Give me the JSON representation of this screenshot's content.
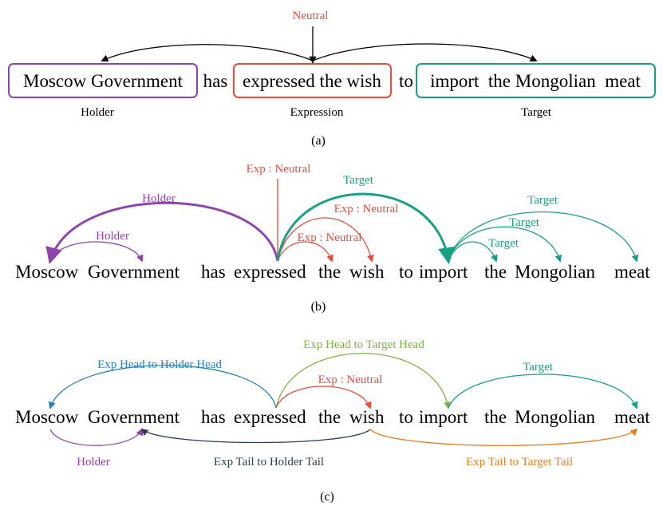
{
  "colors": {
    "holder": "#8e44ad",
    "expression": "#e74c3c",
    "target": "#16a085",
    "black": "#000000",
    "blue": "#2980b9",
    "green": "#7cb342",
    "navy": "#2c3e50",
    "orange": "#e67e22"
  },
  "panel_a": {
    "words": [
      "Moscow Government",
      "has",
      "expressed the wish",
      "to",
      "import  the Mongolian  meat"
    ],
    "top_label": "Neutral",
    "holder_label": "Holder",
    "expression_label": "Expression",
    "target_label": "Target",
    "caption": "(a)"
  },
  "panel_b": {
    "words": [
      "Moscow",
      "Government",
      "has",
      "expressed",
      "the",
      "wish",
      "to",
      "import",
      "the",
      "Mongolian",
      "meat"
    ],
    "labels": {
      "holder_outer": "Holder",
      "holder_inner": "Holder",
      "exp_top": "Exp : Neutral",
      "exp_mid": "Exp : Neutral",
      "exp_low": "Exp : Neutral",
      "target_big": "Target",
      "target_1": "Target",
      "target_2": "Target",
      "target_3": "Target"
    },
    "caption": "(b)"
  },
  "panel_c": {
    "words": [
      "Moscow",
      "Government",
      "has",
      "expressed",
      "the",
      "wish",
      "to",
      "import",
      "the",
      "Mongolian",
      "meat"
    ],
    "labels": {
      "exp_head_holder": "Exp Head to Holder Head",
      "exp_head_target": "Exp Head to Target Head",
      "exp_neutral": "Exp : Neutral",
      "target": "Target",
      "holder": "Holder",
      "exp_tail_holder": "Exp Tail to Holder Tail",
      "exp_tail_target": "Exp Tail to Target Tail"
    },
    "caption": "(c)"
  }
}
